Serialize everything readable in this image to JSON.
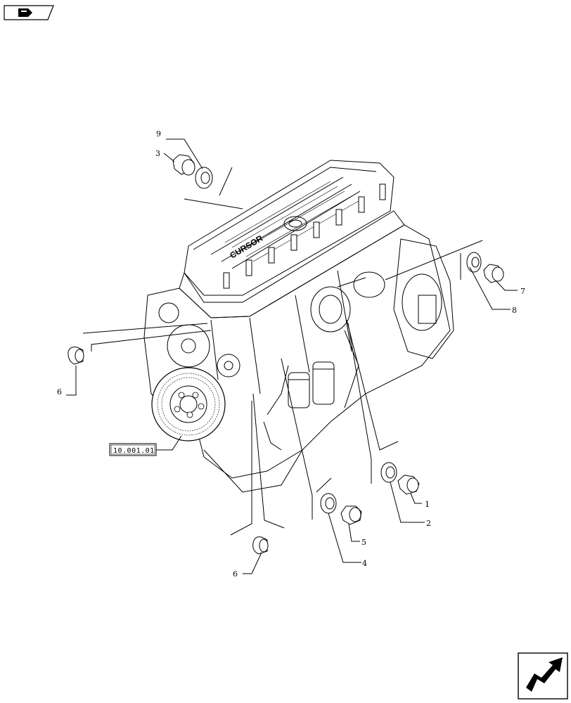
{
  "callouts": [
    {
      "number": "9"
    },
    {
      "number": "3"
    },
    {
      "number": "7"
    },
    {
      "number": "8"
    },
    {
      "number": "6"
    },
    {
      "number": "1"
    },
    {
      "number": "2"
    },
    {
      "number": "5"
    },
    {
      "number": "4"
    },
    {
      "number": "6"
    }
  ],
  "reference_box": {
    "text": "10.001.01"
  },
  "engine_logo_text": "CURSOR",
  "nav": {
    "top_icon": "back-to-index-icon",
    "bottom_icon": "next-page-icon"
  }
}
